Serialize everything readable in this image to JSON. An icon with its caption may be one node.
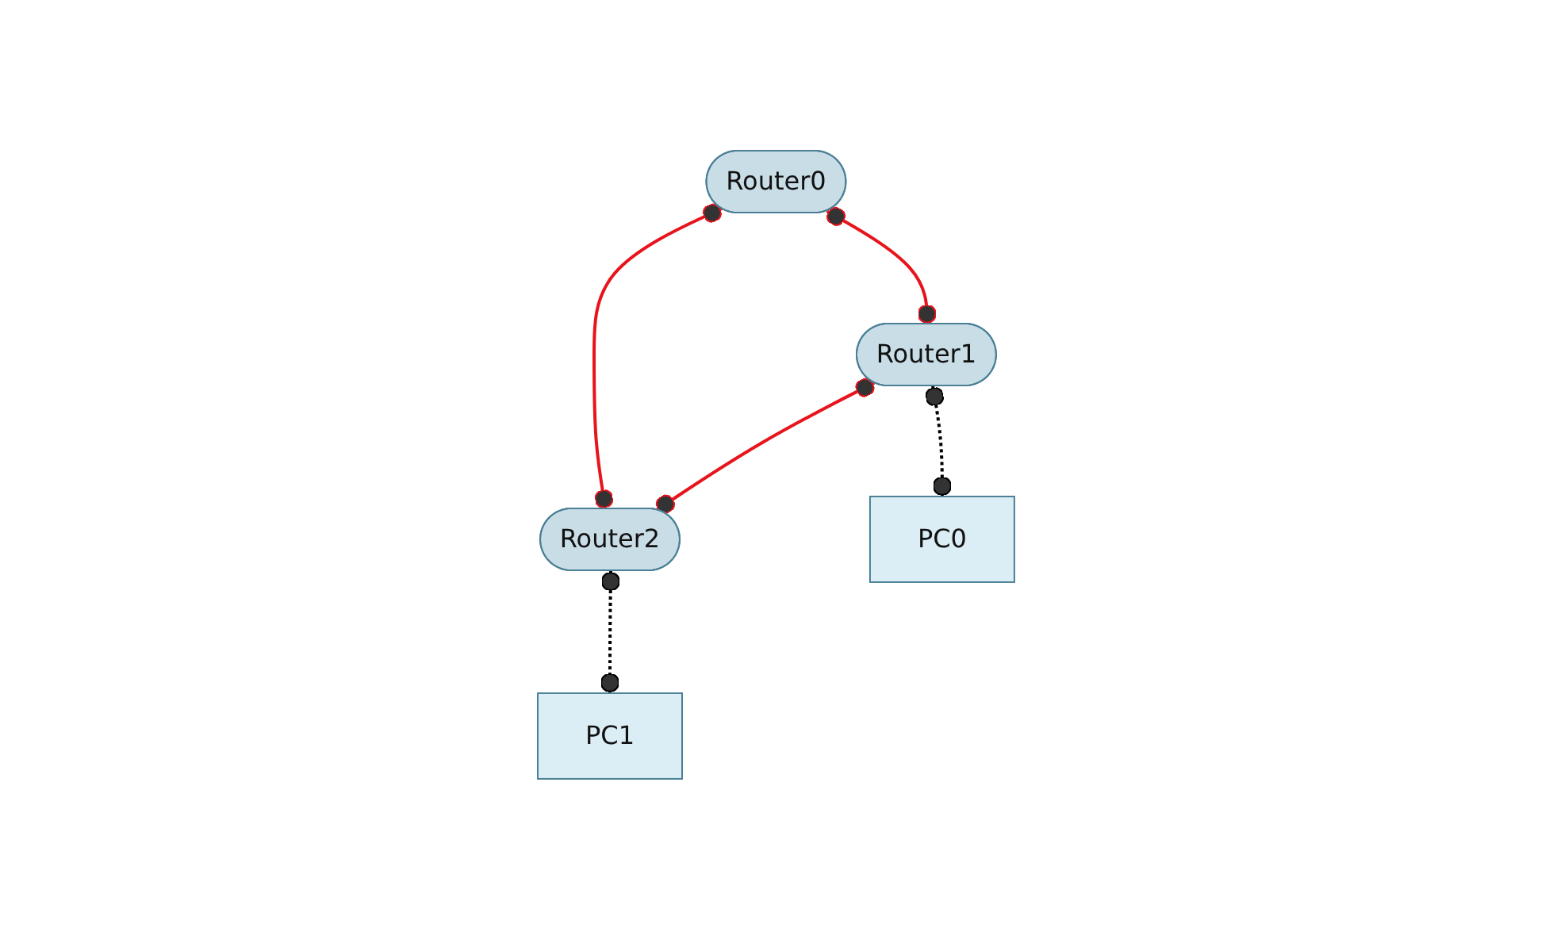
{
  "diagram": {
    "nodes": [
      {
        "text": [
          "Router0"
        ]
      },
      {
        "text": [
          "Router1"
        ]
      },
      {
        "text": [
          "Router2"
        ]
      },
      {
        "text": [
          "PC0"
        ]
      },
      {
        "text": [
          "PC1"
        ]
      }
    ],
    "edges": [
      {
        "from": 0,
        "to": 1,
        "arrow": "other"
      },
      {
        "from": 0,
        "to": 2,
        "arrow": "other"
      },
      {
        "from": 1,
        "to": 2,
        "arrow": "other"
      },
      {
        "from": 1,
        "to": 3,
        "arrow": "other",
        "style": "dashed",
        "color": "#000000"
      },
      {
        "from": 2,
        "to": 4,
        "arrow": "other",
        "style": "dashed",
        "color": "#000000"
      }
    ]
  }
}
